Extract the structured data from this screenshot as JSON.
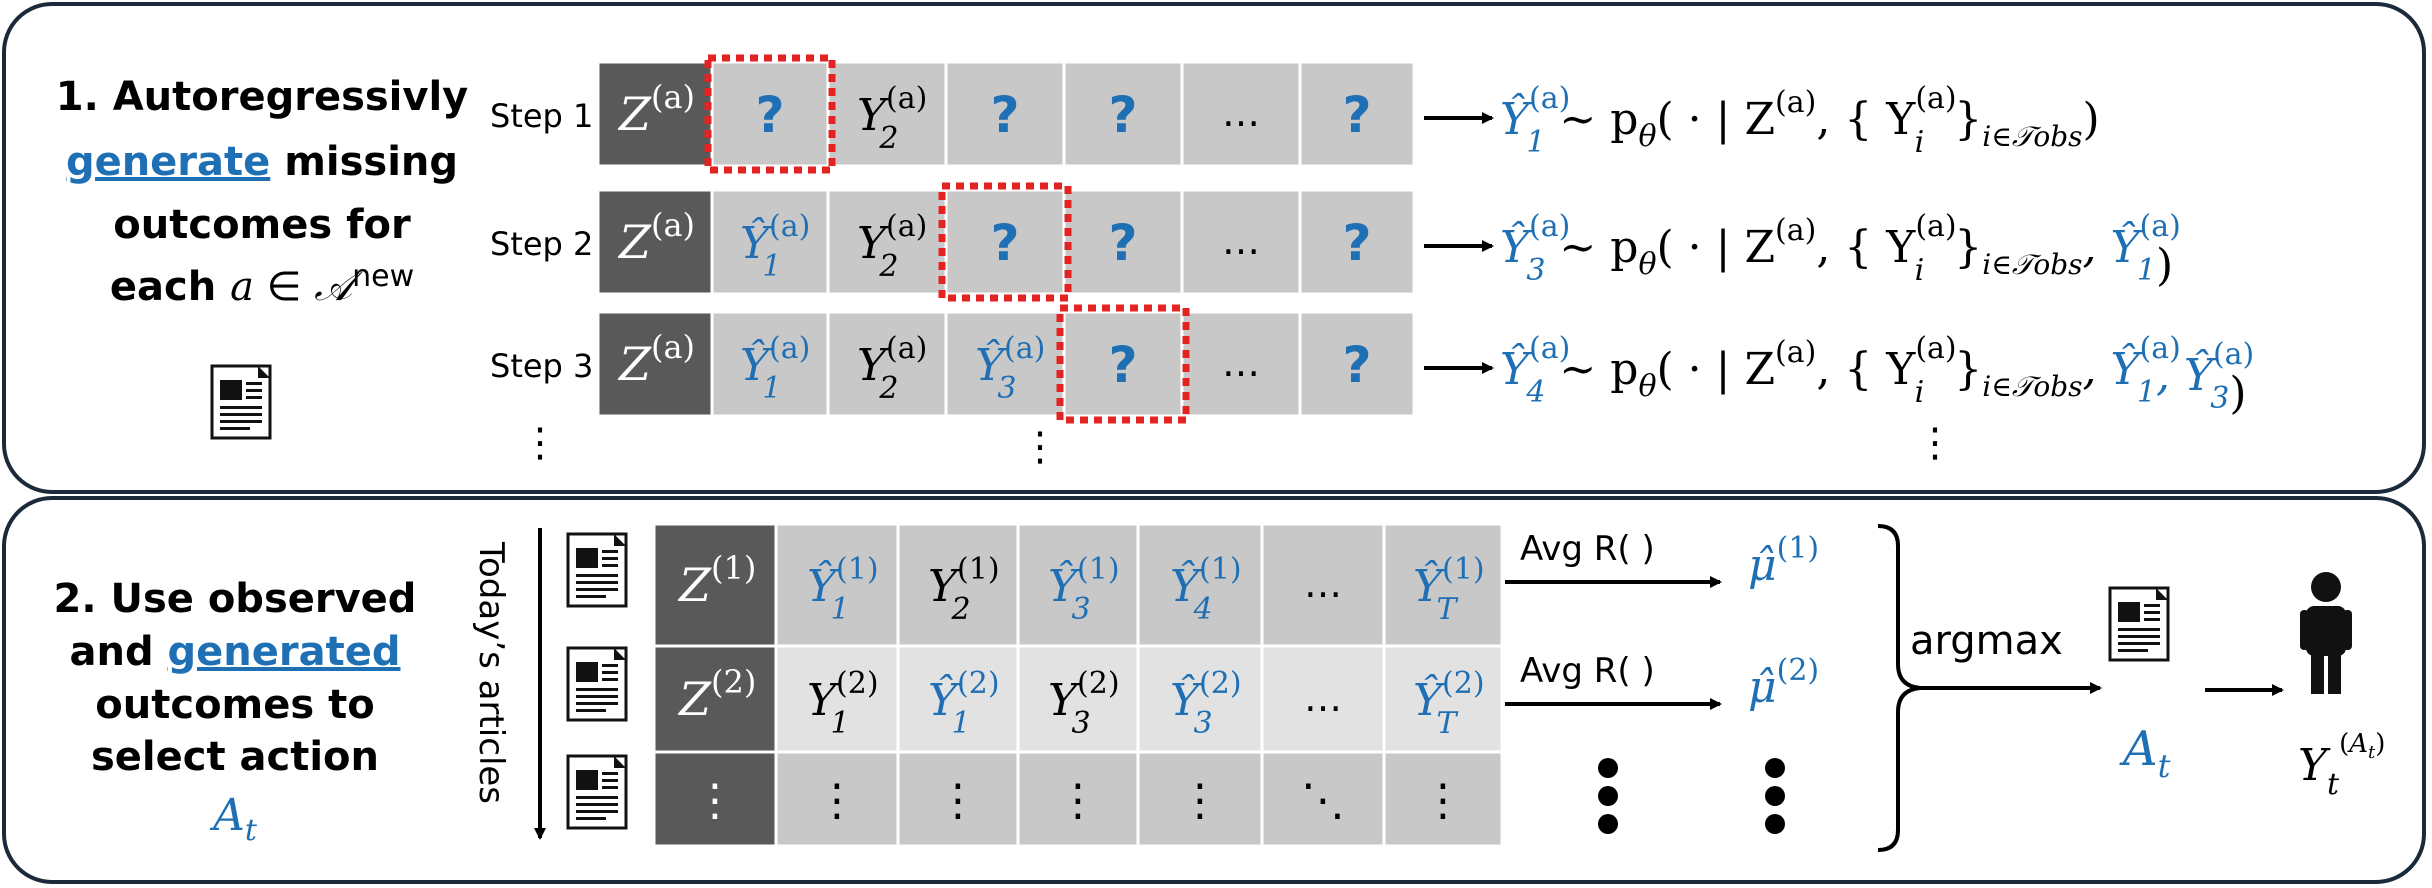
{
  "colors": {
    "blue": "#1f6fb5",
    "dark": "#595959",
    "cell": "#c8c8c8",
    "cell_light": "#e2e2e2",
    "red": "#e32222",
    "frame": "#1b2a3a"
  },
  "panel1": {
    "title_lines": [
      "1. Autoregressivly",
      "generate",
      " missing",
      "outcomes for",
      "each ",
      "a",
      " ∈ ",
      "𝒜",
      "new"
    ],
    "doc_icon": "document-icon",
    "steps": [
      {
        "label": "Step 1",
        "cells": [
          "Z",
          "?",
          "Y2",
          "?",
          "?",
          "…",
          "?"
        ],
        "formula": {
          "lhs_sub": "1",
          "rhs_extra": ""
        }
      },
      {
        "label": "Step 2",
        "cells": [
          "Z",
          "Ŷ1",
          "Y2",
          "?",
          "?",
          "…",
          "?"
        ],
        "formula": {
          "lhs_sub": "3",
          "rhs_extra": "Ŷ1"
        }
      },
      {
        "label": "Step 3",
        "cells": [
          "Z",
          "Ŷ1",
          "Y2",
          "Ŷ3",
          "?",
          "…",
          "?"
        ],
        "formula": {
          "lhs_sub": "4",
          "rhs_extra": "Ŷ1,Ŷ3"
        }
      }
    ],
    "dots": "⋮"
  },
  "panel2": {
    "title_lines": [
      "2. Use observed",
      "and ",
      "generated",
      "outcomes to",
      "select action"
    ],
    "action_label": "A",
    "vertical_label": "Today’s articles",
    "avg_label": "Avg R( )",
    "argmax_label": "argmax",
    "ellipsis": "…",
    "vdots": "⋮",
    "ddots": "⋱",
    "person_icon": "person-icon"
  }
}
